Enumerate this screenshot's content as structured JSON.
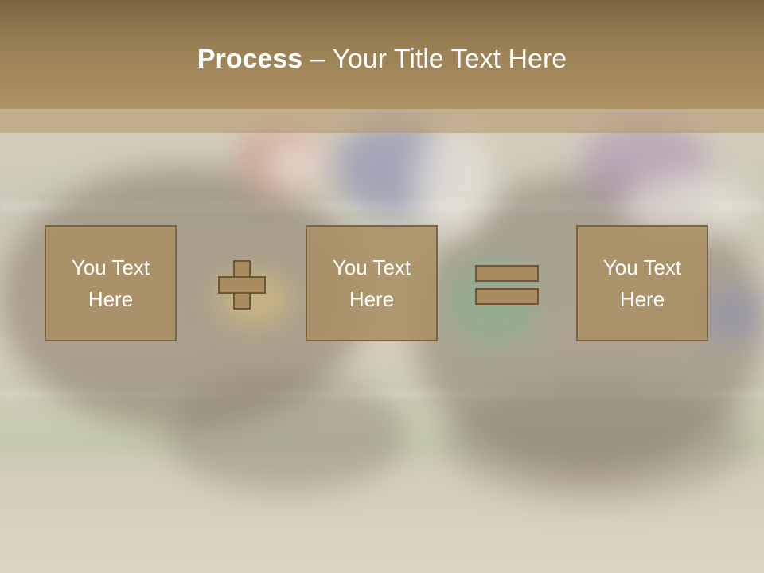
{
  "slide": {
    "title_bold": "Process",
    "title_rest": " – Your Title Text Here",
    "boxes": [
      {
        "text": "You Text Here"
      },
      {
        "text": "You Text Here"
      },
      {
        "text": "You Text Here"
      }
    ],
    "operators": [
      "plus-icon",
      "equals-icon"
    ],
    "colors": {
      "title_bar": "#9a8055",
      "box_fill": "#aa8f64",
      "box_border": "#7d6445",
      "text": "#ffffff"
    }
  }
}
